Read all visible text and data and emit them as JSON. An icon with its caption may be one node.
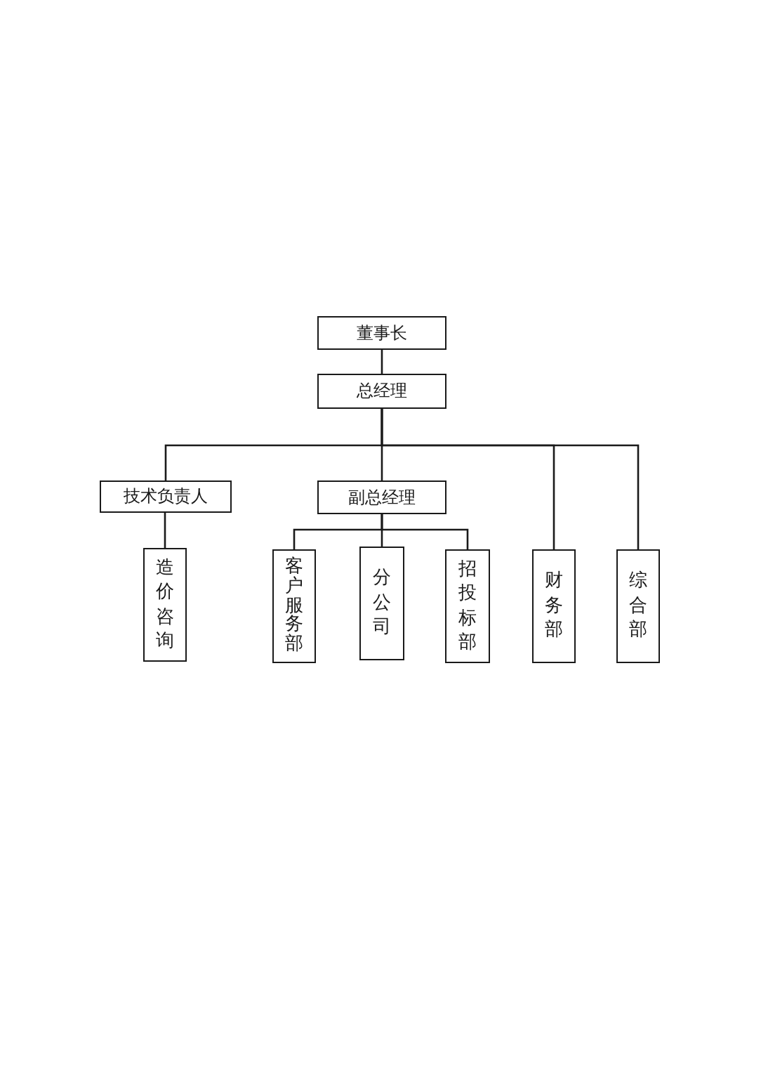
{
  "diagram": {
    "nodes": [
      {
        "text": [
          "董事长"
        ]
      },
      {
        "text": [
          "总经理"
        ]
      },
      {
        "text": [
          "技术负责人"
        ]
      },
      {
        "text": [
          "副总经理"
        ]
      },
      {
        "text": [
          "造价咨询"
        ]
      },
      {
        "text": [
          "客户服务部"
        ]
      },
      {
        "text": [
          "分公司"
        ]
      },
      {
        "text": [
          "招投标部"
        ]
      },
      {
        "text": [
          "财务部"
        ]
      },
      {
        "text": [
          "综合部"
        ]
      }
    ],
    "edges": [
      {
        "from": 0,
        "to": 1,
        "arrow": "none"
      },
      {
        "from": 1,
        "to": 2,
        "arrow": "none"
      },
      {
        "from": 1,
        "to": 3,
        "arrow": "none"
      },
      {
        "from": 1,
        "to": 8,
        "arrow": "none"
      },
      {
        "from": 1,
        "to": 9,
        "arrow": "none"
      },
      {
        "from": 2,
        "to": 4,
        "arrow": "none"
      },
      {
        "from": 3,
        "to": 5,
        "arrow": "none"
      },
      {
        "from": 3,
        "to": 6,
        "arrow": "none"
      },
      {
        "from": 3,
        "to": 7,
        "arrow": "none"
      }
    ]
  }
}
